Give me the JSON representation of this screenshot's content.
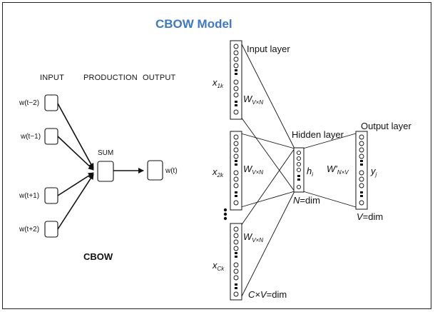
{
  "title": "CBOW Model",
  "left": {
    "headers": {
      "input": "INPUT",
      "projection": "PRODUCTION",
      "output": "OUTPUT"
    },
    "inputs": [
      "w(t−2)",
      "w(t−1)",
      "w(t+1)",
      "w(t+2)"
    ],
    "sum_label": "SUM",
    "output_label": "w(t)",
    "caption": "CBOW"
  },
  "right": {
    "input_layer": "Input layer",
    "hidden_layer": "Hidden layer",
    "output_layer": "Output layer",
    "x1": {
      "main": "x",
      "sub": "1k"
    },
    "x2": {
      "main": "x",
      "sub": "2k"
    },
    "xc": {
      "main": "x",
      "sub": "Ck"
    },
    "w_in": {
      "main": "W",
      "sub": "V×N"
    },
    "w_out": {
      "main": "W'",
      "sub": "N×V"
    },
    "h": {
      "main": "h",
      "sub": "i"
    },
    "y": {
      "main": "y",
      "sub": "j"
    },
    "n_dim": {
      "var": "N",
      "rest": "=dim"
    },
    "v_dim": {
      "var": "V",
      "rest": "=dim"
    },
    "cv_dim": {
      "var": "C×V",
      "rest": "=dim"
    }
  }
}
